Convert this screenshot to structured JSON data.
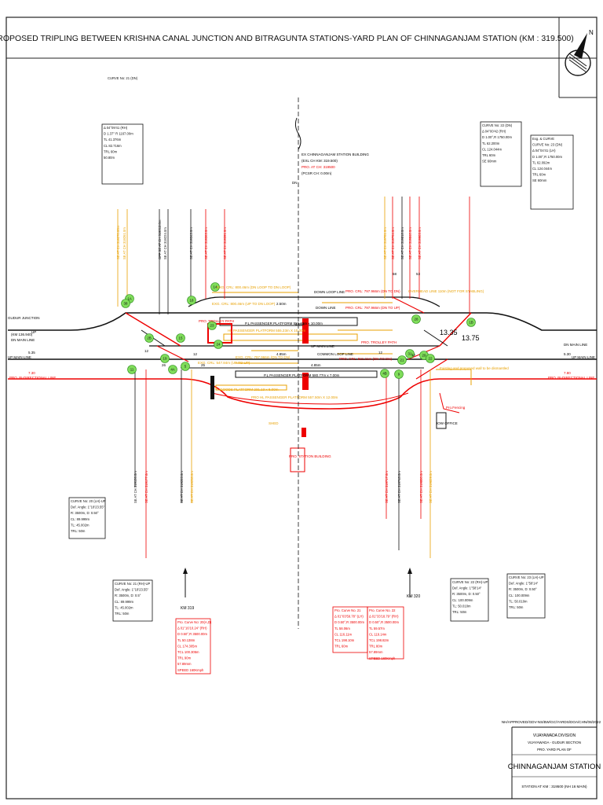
{
  "drawing": {
    "title": "PROPOSED TRIPLING BETWEEN KRISHNA CANAL JUNCTION AND BITRAGUNTA STATIONS-YARD PLAN OF CHINNAGANJAM STATION (KM : 319.500)",
    "north_mark": "N"
  },
  "stations": {
    "left": "GUDUR JUNCTION",
    "left_km": "(KM 136.940)",
    "left_km_dir": "UP",
    "building_label": "EX CHINNAGANJAM STATION BUILDING",
    "building_km": "(EXL CH KM: 319.500)",
    "building_pro": "PRO. AT CH: 319500",
    "building_pcs": "(PCSR CH: 0.00m)",
    "dn": "DN",
    "pro_station_building": "PRO. STATION BUILDING",
    "office": "IOW OFFICE",
    "office2": "SHED"
  },
  "lines": {
    "dn_main_left": "DN MAIN LINE",
    "up_main_left": "UP MAIN LINE",
    "dn_main_right": "DN MAIN LINE",
    "up_main_right": "UP MAIN LINE",
    "bidir_left": "PRO. BI-DIRECTIONAL LINE",
    "bidir_right": "PRO. BI-DIRECTIONAL LINE",
    "down_loop": "DOWN LOOP LINE",
    "down_line": "DOWN LINE",
    "up_main_mid": "UP MAIN LINE",
    "common_loop": "COMMON LOOP LINE",
    "trolley_left": "PRO. TROLLEY PATH",
    "trolley_right": "PRO. TROLLEY PATH",
    "pf1": "P.L PASSENGER PLATFORM 555.23m x 10.00m",
    "pf1b": "HL PASSENGER PLATFORM 555.23m X 10.00m",
    "pf2": "P.L PASSENGER PLATFORM 580.77m x 7.00m",
    "goods_pf": "GOODS PLATFORM 231.13 x 8.00m",
    "pro_hl_pf": "PRO HL PASSENGER PLATFORM 557.50m X 12.00m",
    "pro_fencing": "Pro.Fencing",
    "demolish_note": "Existing and proposed wall to be dismantled",
    "cri_1": "PRO. CRL: 797.966m (DN TO DN)",
    "cri_2": "PRO. CRL: 797.966m (DN TO UP)",
    "cri_3": "PRO. CRL: 821.21m (DN TO DN)",
    "ecr_1": "EXG. CRL: 800.46m (DN LOOP TO DN LOOP)",
    "ecr_2": "EXG. CRL: 800.46m (UP TO DN LOOP)",
    "ecr_3": "EXG. CRL: 797.966m (DN TO DN)",
    "stabling": "OVERHEAD LINE 110m (NOT FOR STABLING)",
    "ext_turnout": "EXG. CRL: 547.84m (UP TO UP)",
    "num_1335": "13.35",
    "num_1375": "13.75",
    "num_535": "5.35",
    "num_530": "5.30",
    "num_730": "7.30",
    "num_780": "7.80",
    "dim_2": "2.50m",
    "dim_3": "4.85m",
    "dim_4": "4.85m",
    "dim_5": "4.55m",
    "d12a": "12",
    "d12b": "12",
    "d12c": "12",
    "d12d": "12",
    "d25": "25",
    "d26": "26",
    "d53": "53",
    "d58": "58"
  },
  "points": [
    "1A",
    "18",
    "14",
    "15",
    "23",
    "24",
    "19",
    "2B",
    "28",
    "29",
    "21",
    "1B",
    "5",
    "11",
    "4A",
    "4B",
    "9",
    "31",
    "22",
    "38"
  ],
  "top_pointers": [
    "SE AT CH 319270.00m",
    "SE AT CH 319261.0m",
    "OFF SE AT CH 319213.0m",
    "SE AT CH 319224.0m",
    "SE AT CH 319343.0m",
    "SE AT CH 319363.0m",
    "SE AT CH 319391.0m",
    "SE AT CH 319781.0m",
    "SE AT CH 319764.0m",
    "SE AT CH 319818.0m",
    "SE AT CH 319840.0m",
    "SE AT CH 319903.0m"
  ],
  "bottom_pointers": [
    "SE AT CH 319156.0m",
    "SE AT CH 319177.0m",
    "SE AT CH 319203.0m",
    "SE AT CH 319258.0m",
    "SE AT CH 319717.0m",
    "SE AT CH 319748.0m",
    "SE AT CH 319800.0m",
    "SE AT CH 319829.0m"
  ],
  "curves": [
    {
      "name": "curve-top-left",
      "lines": [
        "CURVE No: 21 (DN)"
      ]
    },
    {
      "name": "curve-box-left",
      "lines": [
        "Δ 04°09'41 (RH)",
        "D 1.37° R 1167.00m",
        "TL 41.376m",
        "CL 82.716m",
        "TRL 60m",
        "50.80m"
      ]
    },
    {
      "name": "curve-box-right1",
      "lines": [
        "CURVE No: 22 (DN)",
        "Δ 04°00'42 (RH)",
        "D 1.00°,R 1750.00m",
        "TL 62.200m",
        "CL 124.044m",
        "TRL 60m",
        "SE 60mm"
      ]
    },
    {
      "name": "curve-box-right2",
      "lines": [
        "Exg. & CURVE",
        "CURVE No: 23 (DN)",
        "Δ 04°04'41 (LH)",
        "D 1.00°,R 1750.00m",
        "TL 62.092m",
        "CL 124.044m",
        "TRL 60m",
        "SE 60mm"
      ]
    },
    {
      "name": "curve-box-mid-left",
      "lines": [
        "CURVE No: 20 (LH)-UP",
        "Def. Angle: 1°18'23.55\"",
        "R: 3500m, D: 0.50°",
        "CL: 89.999m",
        "TL: 45.002m",
        "TRL: 50m"
      ]
    },
    {
      "name": "curve-box-low-left",
      "lines": [
        "CURVE No: 21 (RH)-UP",
        "Def. Angle: 1°18'23.55\"",
        "R: 3500m, D: 0.5°",
        "CL: 89.999m",
        "TL: 45.002m",
        "TRL: 50m"
      ]
    },
    {
      "name": "curve-box-low-right1",
      "lines": [
        "CURVE No: 22 (RH)-UP",
        "Def. Angle: 1°58'14\"",
        "R: 3500m, D: 0.50°",
        "CL: 100.009m",
        "TL: 50.010m",
        "TRL: 50m"
      ]
    },
    {
      "name": "curve-box-low-right2",
      "lines": [
        "CURVE No: 23 (LH)-UP",
        "Def. Angle: 1°58'14\"",
        "R: 3500m, D: 0.50°",
        "CL: 100.009m",
        "TL: 50.010m",
        "TRL: 50m"
      ]
    }
  ],
  "red_curves": [
    {
      "name": "pro-curve-left",
      "lines": [
        "Pro. Curve No: 20(A,D)",
        "Δ 01°16'10.24\" (RH)",
        "D 0.50°,R 3500.00m",
        "TL 50.138m",
        "CL 174.305m",
        "TCL 100.305m",
        "TRL 90m",
        "57.89mm",
        "SPEED 160Kmph"
      ]
    },
    {
      "name": "pro-curve-mid1",
      "lines": [
        "Pro. Curve No. 21",
        "Δ 01°03'59.78\" (LH)",
        "D 0.50°,R 3500.00m",
        "TL 58.06m",
        "CL 116.11m",
        "TCL 198.10m",
        "TRL 60m"
      ]
    },
    {
      "name": "pro-curve-mid2",
      "lines": [
        "Pro. Curve No. 22",
        "Δ 01°33'18.79\" (RH)",
        "D 0.50°,R 3500.00m",
        "TL 59.57m",
        "CL 119.14m",
        "TCL 198.82m",
        "TRL 80m",
        "57.89mm",
        "SPEED 160Kmph"
      ]
    }
  ],
  "km": {
    "left": "KM 319",
    "right": "KM 320"
  },
  "titleblock": {
    "ref": "NH/APPROVED/GDV-NS/BW/GC/YARDS/DOA/CHN/08/2022",
    "division": "VIJAYAWADA DIVISION",
    "section": "VIJAYAWADA - GUDUR SECTION",
    "plan": "PRO. YARD PLAN OF",
    "station": "CHINNAGANJAM STATION",
    "km": "STATION AT KM : 319500 (NH 16 MAIN)"
  }
}
